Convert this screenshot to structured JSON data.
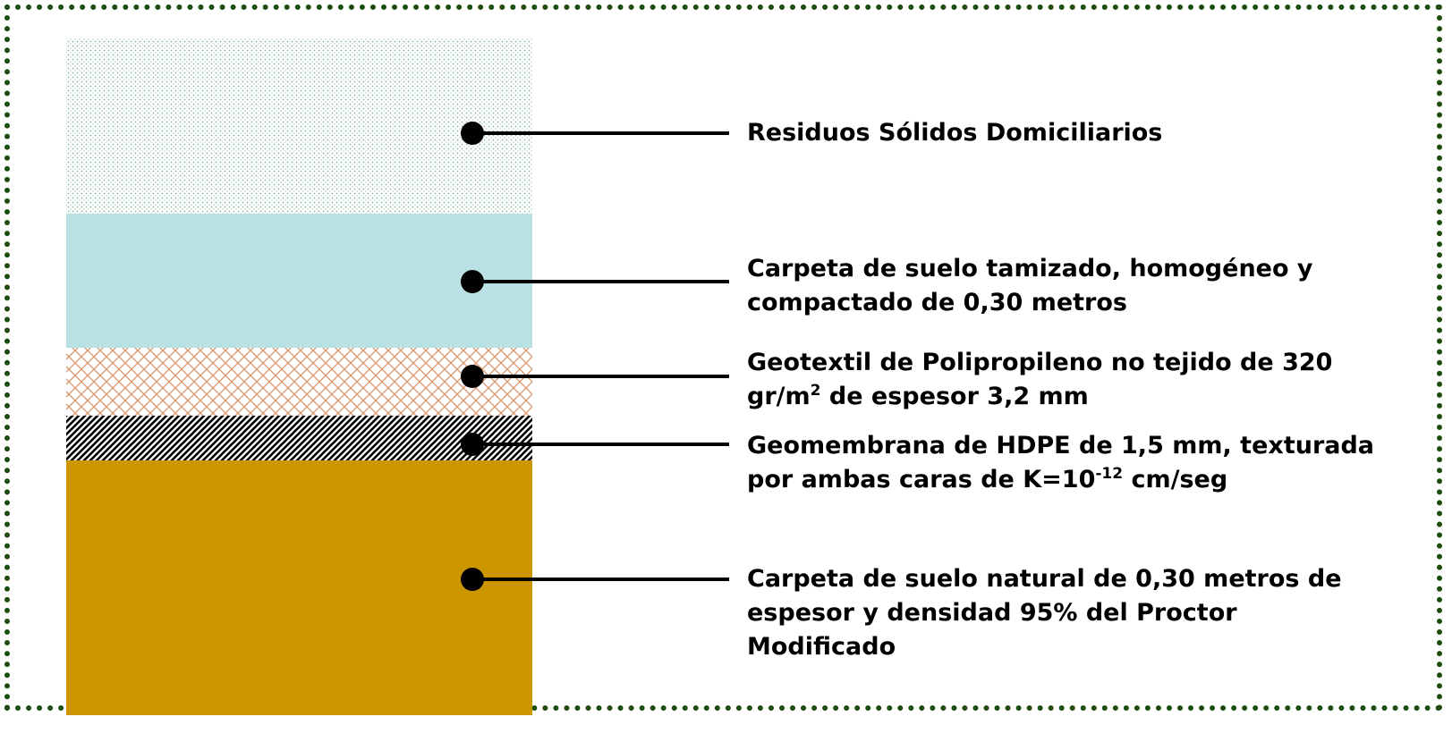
{
  "colors": {
    "frame": "#1d4d0d",
    "residuos_dots": "#7fb8a0",
    "carpeta_tamizado": "#b9e0e3",
    "geotextil_lines": "#d8956a",
    "geomembrana_stripes": "#000000",
    "carpeta_natural": "#cc9600"
  },
  "layers": [
    {
      "id": "residuos",
      "pattern": "dots",
      "lines": [
        "Residuos Sólidos Domiciliarios"
      ]
    },
    {
      "id": "carpeta-tamizado",
      "pattern": "solid",
      "lines": [
        "Carpeta de suelo tamizado, homogéneo y",
        "compactado de 0,30 metros"
      ]
    },
    {
      "id": "geotextil",
      "pattern": "crosshatch",
      "line1": "Geotextil de Polipropileno no tejido de 320",
      "line2_a": "gr/m",
      "line2_sup": "2",
      "line2_b": " de espesor 3,2 mm"
    },
    {
      "id": "geomembrana",
      "pattern": "diagonal-stripes",
      "line1": "Geomembrana de HDPE de 1,5 mm, texturada",
      "line2_a": "por ambas caras de K=10",
      "line2_sup": "-12",
      "line2_b": " cm/seg"
    },
    {
      "id": "carpeta-natural",
      "pattern": "solid",
      "lines": [
        "Carpeta de suelo natural de 0,30 metros de",
        "espesor y densidad 95% del Proctor",
        "Modificado"
      ]
    }
  ]
}
